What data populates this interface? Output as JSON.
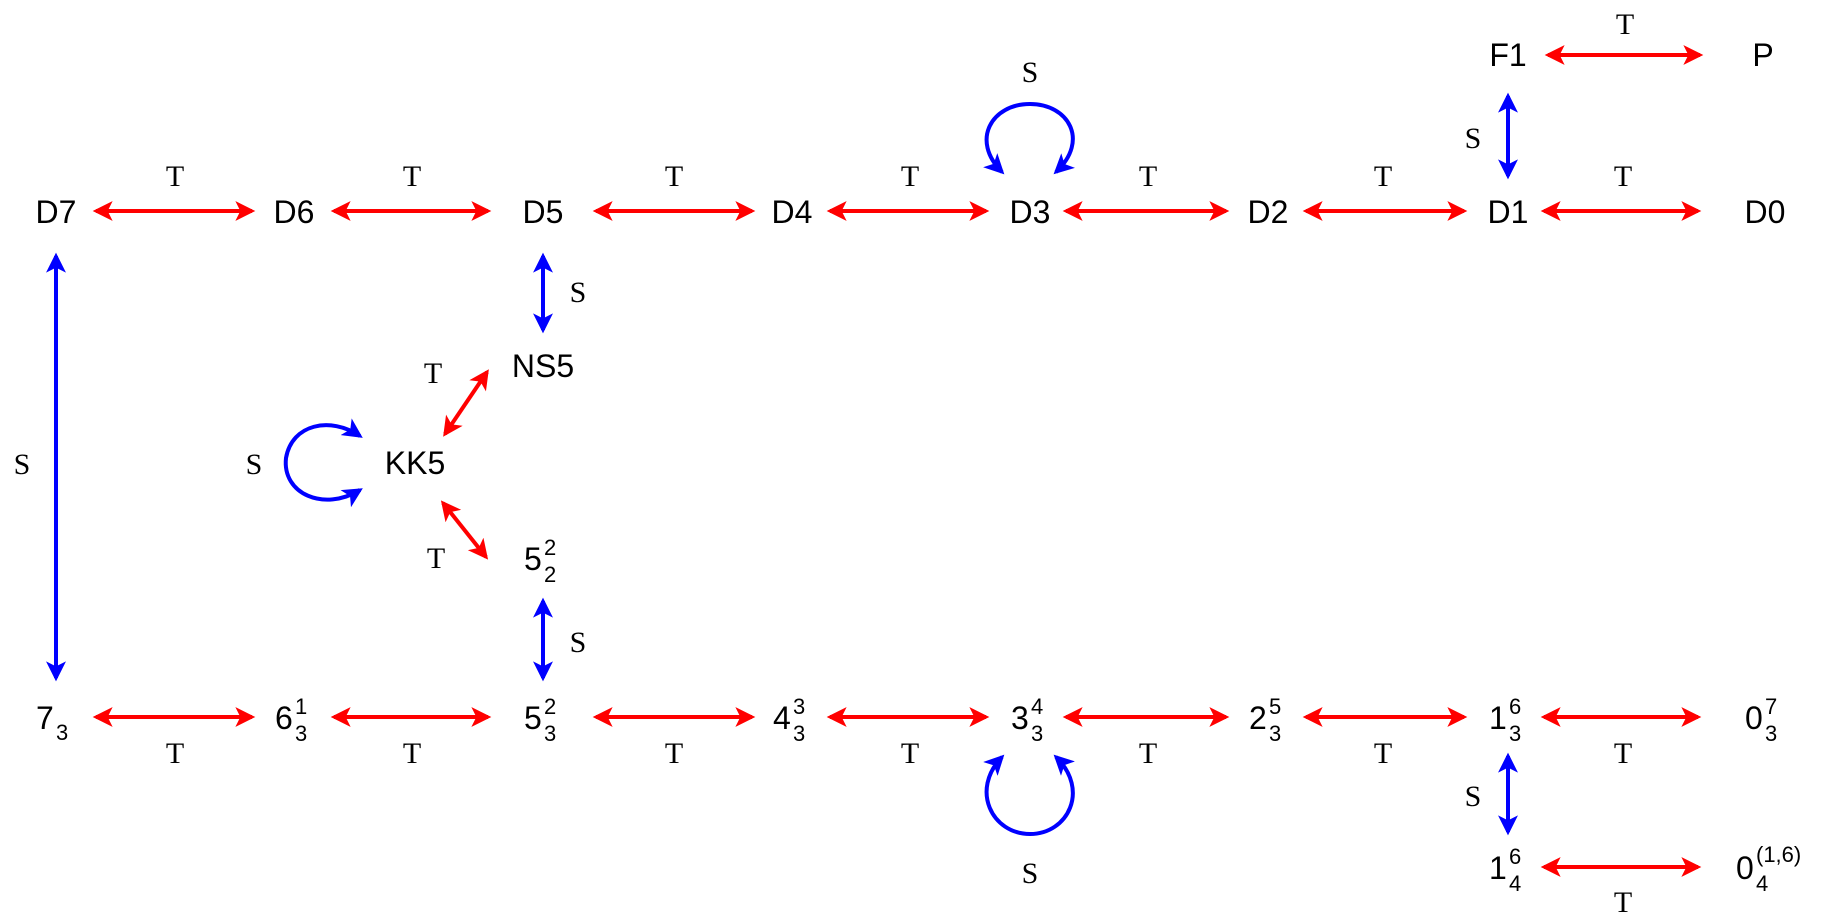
{
  "colors": {
    "T": "#ff0000",
    "S": "#0000ff",
    "text": "#000000",
    "background": "#ffffff"
  },
  "labels": {
    "T": "T",
    "S": "S"
  },
  "nodes": {
    "P": {
      "base": "P"
    },
    "F1": {
      "base": "F1"
    },
    "D7": {
      "base": "D7"
    },
    "D6": {
      "base": "D6"
    },
    "D5": {
      "base": "D5"
    },
    "D4": {
      "base": "D4"
    },
    "D3": {
      "base": "D3"
    },
    "D2": {
      "base": "D2"
    },
    "D1": {
      "base": "D1"
    },
    "D0": {
      "base": "D0"
    },
    "NS5": {
      "base": "NS5"
    },
    "KK5": {
      "base": "KK5"
    },
    "n5_2_2": {
      "base": "5",
      "sub": "2",
      "sup": "2"
    },
    "n7_3": {
      "base": "7",
      "sub": "3",
      "sup": ""
    },
    "n6_3_1": {
      "base": "6",
      "sub": "3",
      "sup": "1"
    },
    "n5_3_2": {
      "base": "5",
      "sub": "3",
      "sup": "2"
    },
    "n4_3_3": {
      "base": "4",
      "sub": "3",
      "sup": "3"
    },
    "n3_3_4": {
      "base": "3",
      "sub": "3",
      "sup": "4"
    },
    "n2_3_5": {
      "base": "2",
      "sub": "3",
      "sup": "5"
    },
    "n1_3_6": {
      "base": "1",
      "sub": "3",
      "sup": "6"
    },
    "n0_3_7": {
      "base": "0",
      "sub": "3",
      "sup": "7"
    },
    "n1_4_6": {
      "base": "1",
      "sub": "4",
      "sup": "6"
    },
    "n0_4_16": {
      "base": "0",
      "sub": "4",
      "sup": "(1,6)"
    }
  },
  "edges": [
    {
      "from": "F1",
      "to": "P",
      "type": "T"
    },
    {
      "from": "F1",
      "to": "D1",
      "type": "S"
    },
    {
      "from": "D7",
      "to": "D6",
      "type": "T"
    },
    {
      "from": "D6",
      "to": "D5",
      "type": "T"
    },
    {
      "from": "D5",
      "to": "D4",
      "type": "T"
    },
    {
      "from": "D4",
      "to": "D3",
      "type": "T"
    },
    {
      "from": "D3",
      "to": "D3",
      "type": "S"
    },
    {
      "from": "D3",
      "to": "D2",
      "type": "T"
    },
    {
      "from": "D2",
      "to": "D1",
      "type": "T"
    },
    {
      "from": "D1",
      "to": "D0",
      "type": "T"
    },
    {
      "from": "D5",
      "to": "NS5",
      "type": "S"
    },
    {
      "from": "NS5",
      "to": "KK5",
      "type": "T"
    },
    {
      "from": "KK5",
      "to": "KK5",
      "type": "S"
    },
    {
      "from": "KK5",
      "to": "n5_2_2",
      "type": "T"
    },
    {
      "from": "n5_2_2",
      "to": "n5_3_2",
      "type": "S"
    },
    {
      "from": "D7",
      "to": "n7_3",
      "type": "S"
    },
    {
      "from": "n7_3",
      "to": "n6_3_1",
      "type": "T"
    },
    {
      "from": "n6_3_1",
      "to": "n5_3_2",
      "type": "T"
    },
    {
      "from": "n5_3_2",
      "to": "n4_3_3",
      "type": "T"
    },
    {
      "from": "n4_3_3",
      "to": "n3_3_4",
      "type": "T"
    },
    {
      "from": "n3_3_4",
      "to": "n3_3_4",
      "type": "S"
    },
    {
      "from": "n3_3_4",
      "to": "n2_3_5",
      "type": "T"
    },
    {
      "from": "n2_3_5",
      "to": "n1_3_6",
      "type": "T"
    },
    {
      "from": "n1_3_6",
      "to": "n0_3_7",
      "type": "T"
    },
    {
      "from": "n1_3_6",
      "to": "n1_4_6",
      "type": "S"
    },
    {
      "from": "n1_4_6",
      "to": "n0_4_16",
      "type": "T"
    }
  ]
}
